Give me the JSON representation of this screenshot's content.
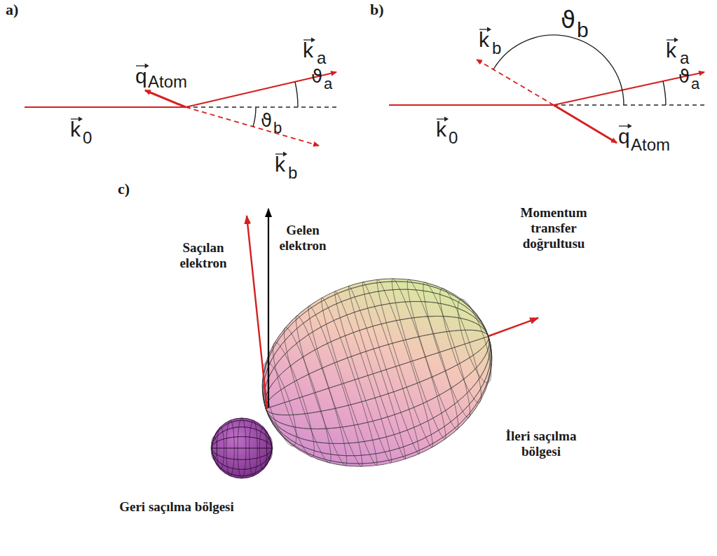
{
  "diagram": {
    "labels": [
      "a)",
      "q",
      "Atom",
      "k",
      "a",
      "ϑ",
      "a",
      "ϑ",
      "b",
      "k",
      "0",
      "k",
      "b",
      "b)",
      "k",
      "b",
      "ϑ",
      "b",
      "k",
      "a",
      "ϑ",
      "a",
      "k",
      "0",
      "q",
      "Atom",
      "c)",
      "Gelen elektron",
      "Saçılan elektron",
      "Momentum transfer doğrultusu",
      "İleri saçılma bölgesi",
      "Geri saçılma bölgesi"
    ]
  }
}
